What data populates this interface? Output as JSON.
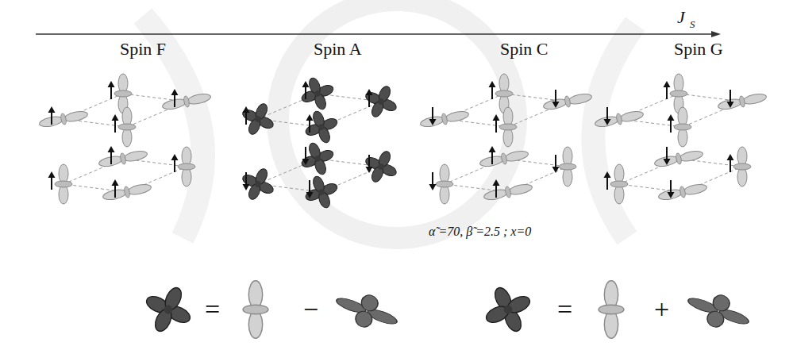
{
  "diagram": {
    "labels": [
      "J",
      "S",
      "Spin F",
      "Spin A",
      "Spin C",
      "Spin G",
      "α̃ =70, β̃ =2.5 ; x=0",
      "=",
      "−",
      "=",
      "+"
    ]
  }
}
